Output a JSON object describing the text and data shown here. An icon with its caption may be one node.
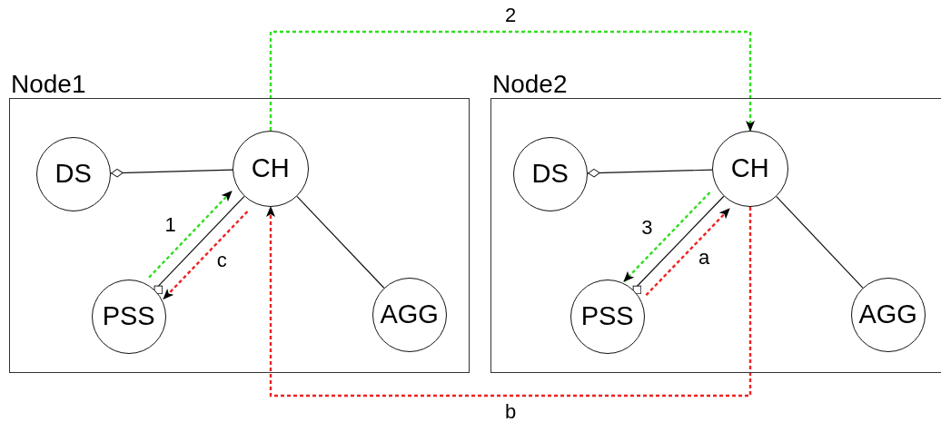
{
  "diagram": {
    "nodes": [
      {
        "text": [
          "Node1"
        ]
      },
      {
        "text": [
          "DS"
        ],
        "in": 0
      },
      {
        "text": [
          "CH"
        ],
        "in": 0
      },
      {
        "text": [
          "PSS"
        ],
        "in": 0
      },
      {
        "text": [
          "AGG"
        ],
        "in": 0
      },
      {
        "text": [
          "Node2"
        ]
      },
      {
        "text": [
          "DS"
        ],
        "in": 5
      },
      {
        "text": [
          "CH"
        ],
        "in": 5
      },
      {
        "text": [
          "PSS"
        ],
        "in": 5
      },
      {
        "text": [
          "AGG"
        ],
        "in": 5
      }
    ],
    "edges": [
      {
        "from": 1,
        "to": 2,
        "arrow": "other"
      },
      {
        "from": 3,
        "to": 2,
        "arrow": "other"
      },
      {
        "from": 2,
        "to": 4,
        "arrow": "none"
      },
      {
        "from": 3,
        "to": 2,
        "arrow": "to",
        "label": "1",
        "style": "dashed",
        "color": "#33dd22"
      },
      {
        "from": 2,
        "to": 3,
        "arrow": "to",
        "label": "c",
        "style": "dashed",
        "color": "#ee2222"
      },
      {
        "from": 2,
        "to": 7,
        "arrow": "to",
        "label": "2",
        "style": "dashed",
        "color": "#33dd22"
      },
      {
        "from": 7,
        "to": 2,
        "arrow": "to",
        "label": "b",
        "style": "dashed",
        "color": "#ee2222"
      },
      {
        "from": 6,
        "to": 7,
        "arrow": "other"
      },
      {
        "from": 8,
        "to": 7,
        "arrow": "other"
      },
      {
        "from": 7,
        "to": 9,
        "arrow": "none"
      },
      {
        "from": 7,
        "to": 8,
        "arrow": "to",
        "label": "3",
        "style": "dashed",
        "color": "#33dd22"
      },
      {
        "from": 8,
        "to": 7,
        "arrow": "to",
        "label": "a",
        "style": "dashed",
        "color": "#ee2222"
      }
    ]
  }
}
